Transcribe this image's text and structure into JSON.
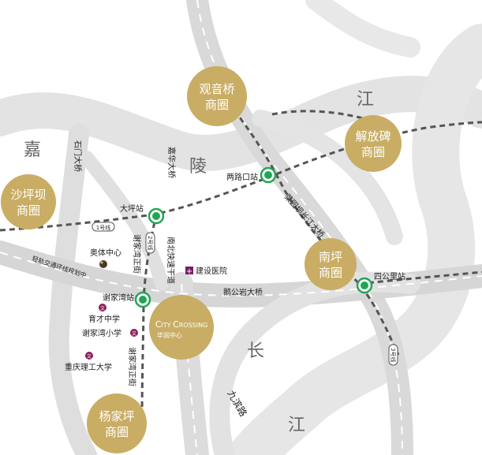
{
  "colors": {
    "background": "#ffffff",
    "road_gray": "#d7d7d7",
    "road_light": "#e6e6e6",
    "river_text": "#5f5f5f",
    "gold": "#c9ad64",
    "gold_text": "#ffffff",
    "metro_line": "#5a5a5a",
    "station_green": "#23a455",
    "label": "#222222",
    "school_purple": "#8b1e5b",
    "hospital_purple": "#7a1c6c"
  },
  "rivers": {
    "jia_char_1": "嘉",
    "jia_char_2": "陵",
    "jia_char_3": "江",
    "yangtze_char_1": "长",
    "yangtze_char_2": "江"
  },
  "districts": [
    {
      "line1": "观音桥",
      "line2": "商圈"
    },
    {
      "line1": "解放碑",
      "line2": "商圈"
    },
    {
      "line1": "沙坪坝",
      "line2": "商圈"
    },
    {
      "line1": "南坪",
      "line2": "商圈"
    },
    {
      "line1": "杨家坪",
      "line2": "商圈"
    }
  ],
  "project": {
    "name_part1": "C",
    "name_part2": "ITY ",
    "name_part3": "C",
    "name_part4": "ROSSING",
    "subtitle": "华润中心"
  },
  "stations": {
    "daping": "大坪站",
    "lianglukou": "两路口站",
    "xiejiawan": "谢家湾站",
    "sigongli": "四公里站"
  },
  "roads": {
    "shimen_bridge": "石门大桥",
    "jiahua_bridge": "嘉华大桥",
    "line2_badge": "2号线",
    "nanbei_expressway": "南北快速干道",
    "xiejiawan_st_upper": "谢家湾正街",
    "xiejiawan_st_lower": "谢家湾正街",
    "light_rail_loop": "轻轨交通环线规划中",
    "line1_badge": "1号线",
    "caiyuanba_bridge": "菜园坝长江大桥",
    "egongyan_bridge": "鹅公岩大桥",
    "line3_badge": "3号线",
    "jiubin_road": "九滨路"
  },
  "pois": {
    "sports_center": "奥体中心",
    "hospital": "建设医院",
    "yucai": "育才中学",
    "xiejiawan_school": "谢家湾小学",
    "cqut": "重庆理工大学",
    "school_icon_text": "文",
    "hospital_icon_text": "+"
  }
}
